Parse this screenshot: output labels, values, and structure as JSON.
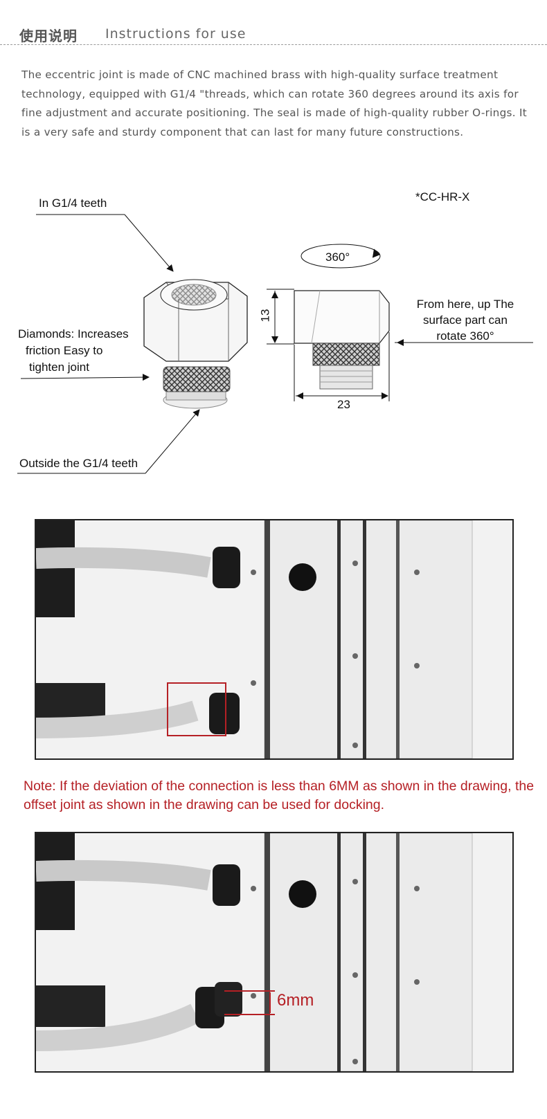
{
  "header": {
    "title_cn": "使用说明",
    "title_en": "Instructions for use"
  },
  "intro": "The eccentric joint is made of CNC machined brass with high-quality surface treatment technology, equipped with G1/4 \"threads, which can rotate 360 degrees around its axis for fine adjustment and accurate positioning. The seal is made of high-quality rubber O-rings. It is a very safe and sturdy component that can last for many future constructions.",
  "diagram": {
    "model": "*CC-HR-X",
    "label_top": "In G1/4 teeth",
    "label_diamonds": [
      "Diamonds: Increases",
      "friction Easy to",
      "tighten joint"
    ],
    "label_outside": "Outside the G1/4 teeth",
    "rotation": "360°",
    "label_rotate": [
      "From here, up The",
      "surface part can",
      "rotate 360°"
    ],
    "dim_height": "13",
    "dim_width": "23"
  },
  "note": "Note: If the deviation of the connection is less than 6MM as shown in the drawing, the offset joint as shown in the drawing can be used for docking.",
  "photo2_label": "6mm",
  "colors": {
    "accent_red": "#b52025",
    "text_gray": "#555555"
  }
}
